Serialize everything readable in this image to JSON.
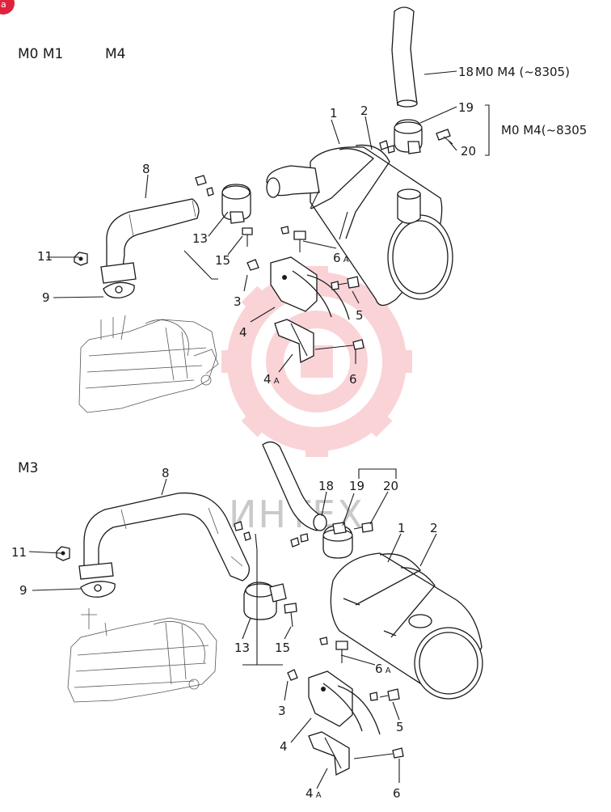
{
  "badge": {
    "text": "a",
    "color": "#e0233c"
  },
  "watermark": {
    "text": "ИНТЕХ",
    "color": "#f07a84"
  },
  "upper": {
    "header_left": "M0 M1",
    "header_right": "M4",
    "note_18": "M0 M4 (~8305)",
    "note_19_20": "M0 M4(~8305",
    "labels": [
      "1",
      "2",
      "3",
      "4",
      "4A",
      "5",
      "6",
      "6A",
      "8",
      "9",
      "11",
      "13",
      "15",
      "18",
      "19",
      "20"
    ]
  },
  "lower": {
    "header": "M3",
    "labels": [
      "1",
      "2",
      "3",
      "4",
      "4A",
      "5",
      "6",
      "6A",
      "8",
      "9",
      "11",
      "13",
      "15",
      "18",
      "19",
      "20"
    ]
  }
}
